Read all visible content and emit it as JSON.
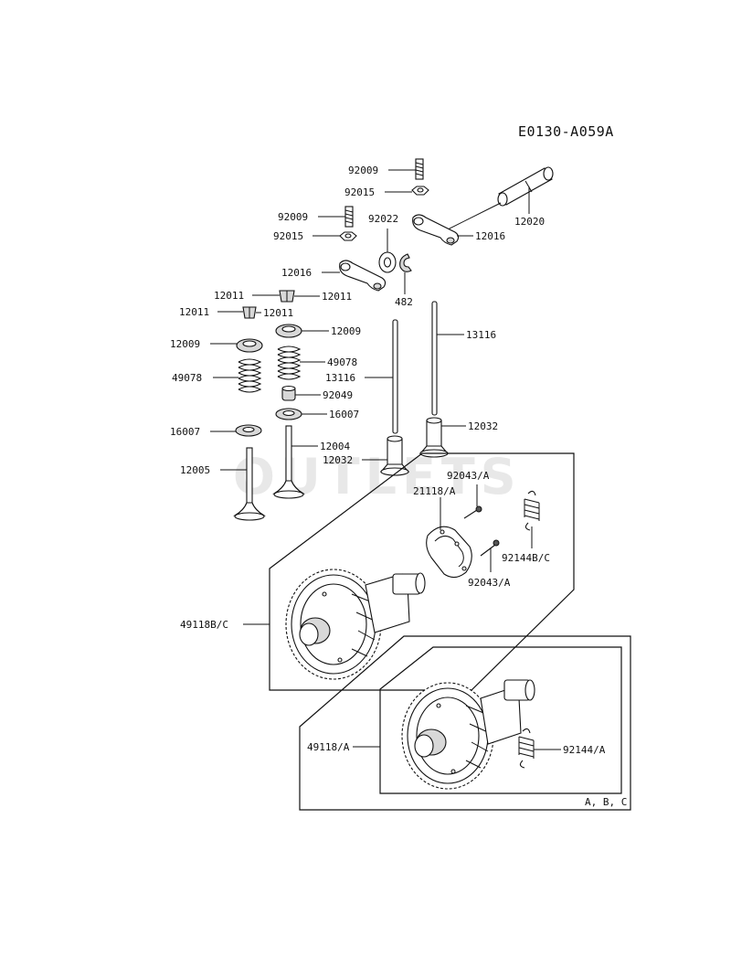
{
  "diagram_code": "E0130-A059A",
  "watermark": "OUTLETS",
  "variant_note": "A, B, C",
  "labels": {
    "p92009_top": "92009",
    "p92015_top": "92015",
    "p92009_left": "92009",
    "p92022": "92022",
    "p12020": "12020",
    "p92015_left": "92015",
    "p12016_right": "12016",
    "p12016_left": "12016",
    "p482": "482",
    "p12011_a": "12011",
    "p12011_b": "12011",
    "p12011_c": "12011",
    "p12011_d": "12011",
    "p12009_right": "12009",
    "p13116_right": "13116",
    "p12009_left": "12009",
    "p49078_right": "49078",
    "p49078_left": "49078",
    "p13116_mid": "13116",
    "p92049": "92049",
    "p16007_right": "16007",
    "p16007_left": "16007",
    "p12032_right": "12032",
    "p12004": "12004",
    "p12032_mid": "12032",
    "p12005": "12005",
    "p92043_top": "92043/A",
    "p21118": "21118/A",
    "p92144bc": "92144B/C",
    "p92043_bottom": "92043/A",
    "p49118bc": "49118B/C",
    "p49118a": "49118/A",
    "p92144a": "92144/A"
  }
}
